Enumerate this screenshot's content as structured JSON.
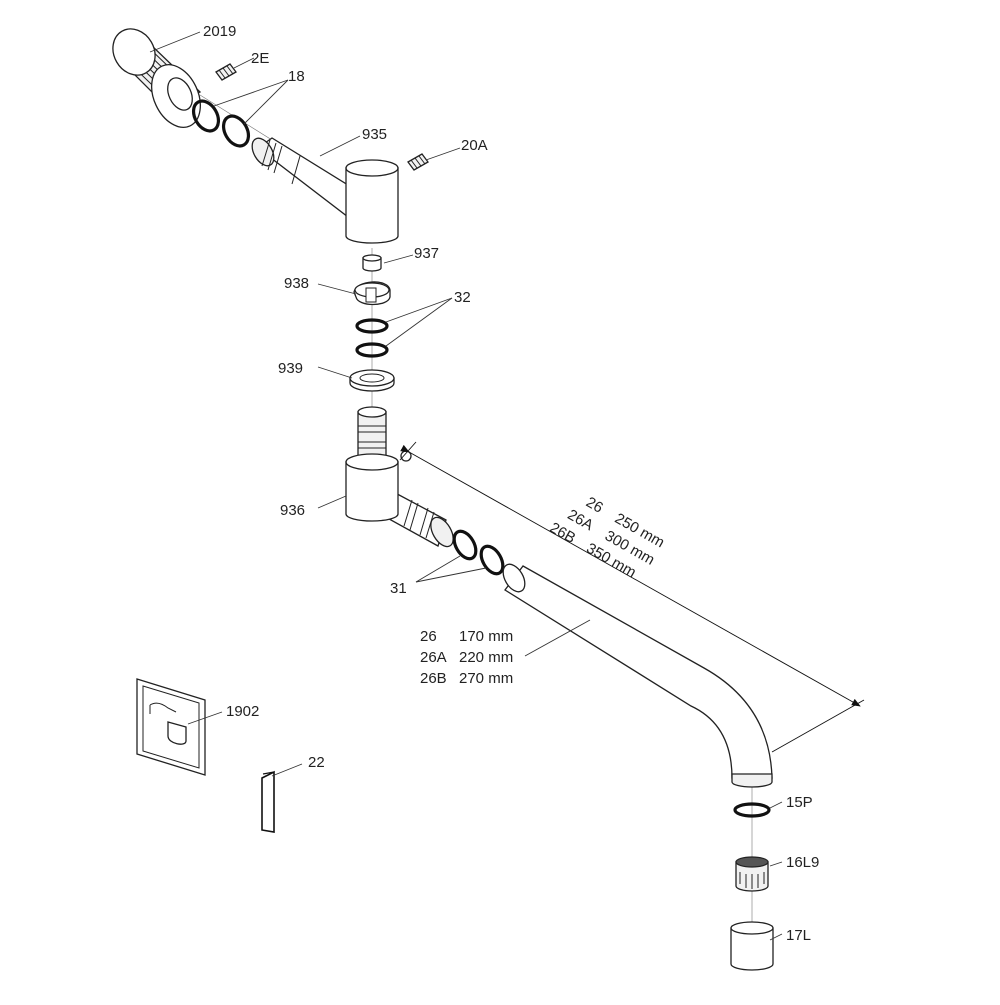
{
  "diagram": {
    "parts": {
      "p2019": "2019",
      "p2E": "2E",
      "p18": "18",
      "p935": "935",
      "p20A": "20A",
      "p937": "937",
      "p938": "938",
      "p32": "32",
      "p939": "939",
      "p936": "936",
      "p31": "31",
      "p1902": "1902",
      "p22": "22",
      "p15P": "15P",
      "p16L9": "16L9",
      "p17L": "17L"
    },
    "overall_lengths": [
      {
        "model": "26",
        "value": "250 mm"
      },
      {
        "model": "26A",
        "value": "300 mm"
      },
      {
        "model": "26B",
        "value": "350 mm"
      }
    ],
    "spout_lengths": [
      {
        "model": "26",
        "value": "170 mm"
      },
      {
        "model": "26A",
        "value": "220 mm"
      },
      {
        "model": "26B",
        "value": "270 mm"
      }
    ]
  }
}
